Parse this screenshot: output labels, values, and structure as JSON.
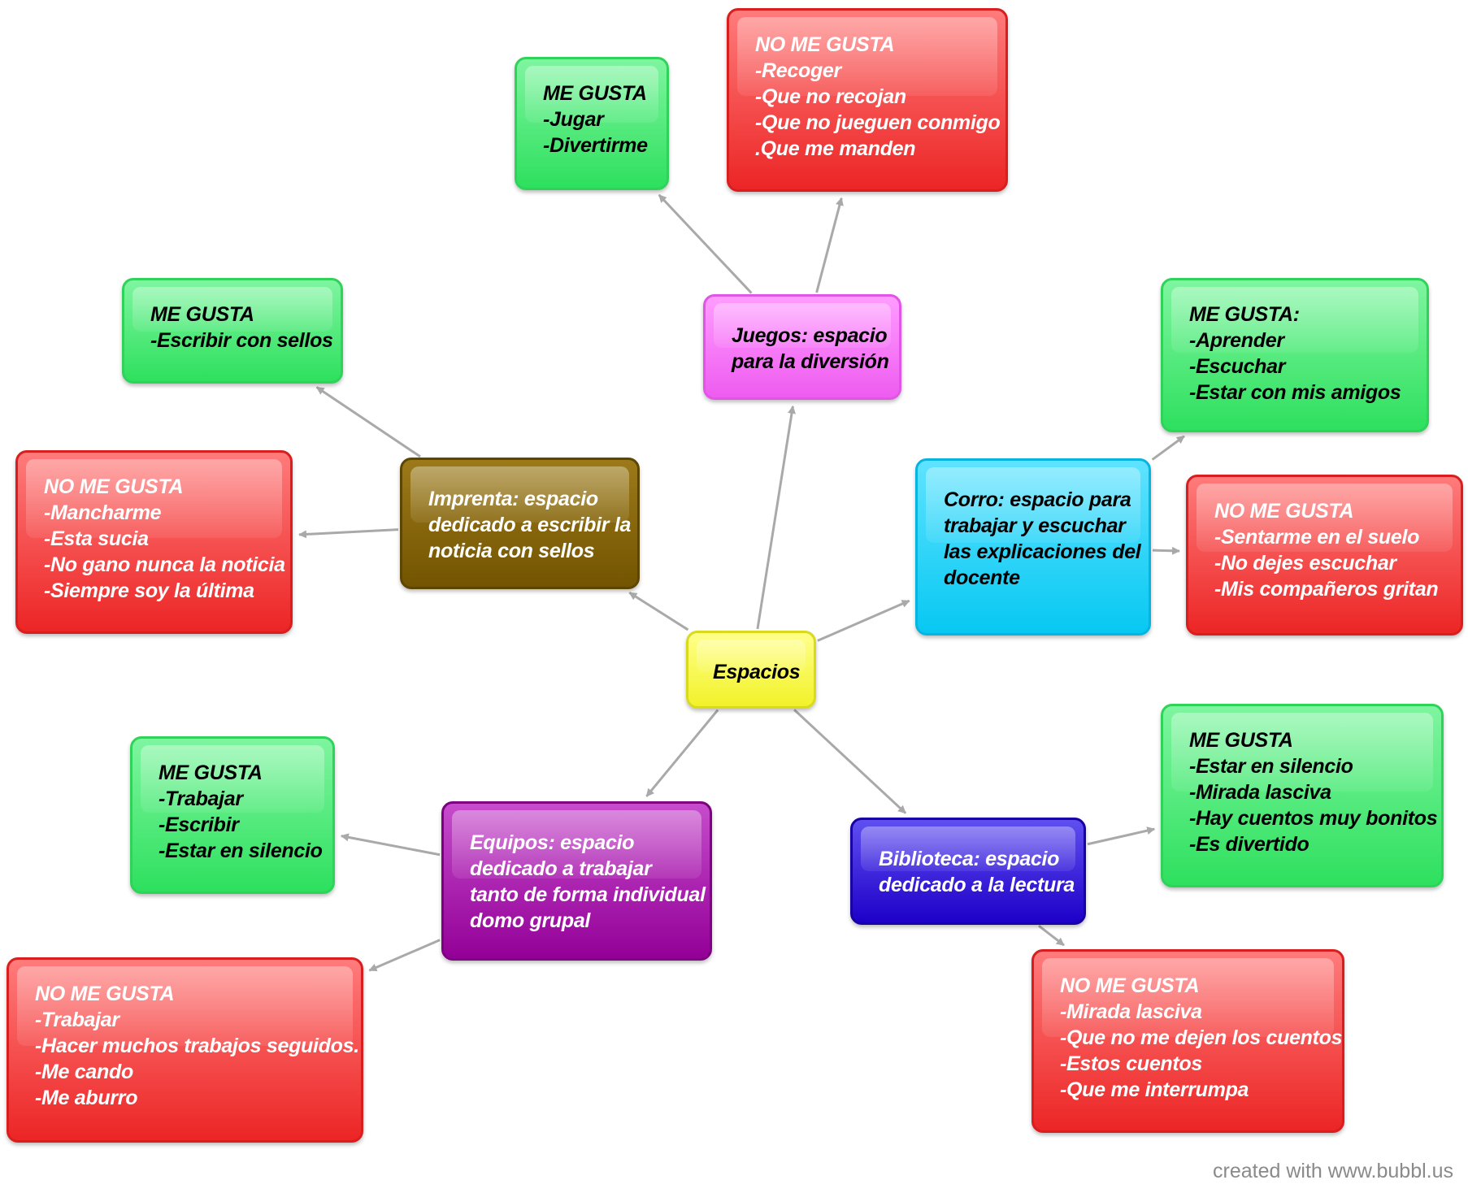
{
  "colors": {
    "edge": "#a9a9a9",
    "like": "#2ee05e",
    "dislike": "#ec2525",
    "center": "#f2f22a",
    "juegos": "#ee5cf0",
    "imprenta": "#735400",
    "corro": "#07c8f2",
    "equipos": "#930097",
    "biblioteca": "#1e00c8"
  },
  "nodes": {
    "center": {
      "lines": [
        "Espacios"
      ]
    },
    "juegos": {
      "lines": [
        "Juegos: espacio",
        "para la diversión"
      ]
    },
    "juegos_like": {
      "lines": [
        "ME GUSTA",
        "-Jugar",
        "-Divertirme"
      ]
    },
    "juegos_dislike": {
      "lines": [
        "NO ME GUSTA",
        "-Recoger",
        "-Que no recojan",
        "-Que no jueguen conmigo",
        ".Que me manden"
      ]
    },
    "imprenta": {
      "lines": [
        "Imprenta: espacio",
        "dedicado a escribir la",
        "noticia con sellos"
      ]
    },
    "imprenta_like": {
      "lines": [
        "ME GUSTA",
        "-Escribir con sellos"
      ]
    },
    "imprenta_dislike": {
      "lines": [
        "NO ME GUSTA",
        "-Mancharme",
        "-Esta sucia",
        "-No gano nunca la noticia",
        "-Siempre soy la última"
      ]
    },
    "corro": {
      "lines": [
        "Corro: espacio para",
        "trabajar y escuchar",
        "las explicaciones del",
        "docente"
      ]
    },
    "corro_like": {
      "lines": [
        "ME GUSTA:",
        "-Aprender",
        "-Escuchar",
        "-Estar con mis amigos"
      ]
    },
    "corro_dislike": {
      "lines": [
        "NO ME GUSTA",
        "-Sentarme en el suelo",
        "-No dejes escuchar",
        "-Mis compañeros gritan"
      ]
    },
    "equipos": {
      "lines": [
        "Equipos: espacio",
        "dedicado a trabajar",
        "tanto de forma individual",
        "domo grupal"
      ]
    },
    "equipos_like": {
      "lines": [
        "ME GUSTA",
        "-Trabajar",
        "-Escribir",
        "-Estar en silencio"
      ]
    },
    "equipos_dislike": {
      "lines": [
        "NO ME GUSTA",
        "-Trabajar",
        "-Hacer muchos trabajos seguidos.",
        "-Me cando",
        "-Me aburro"
      ]
    },
    "biblioteca": {
      "lines": [
        "Biblioteca: espacio",
        "dedicado a la lectura"
      ]
    },
    "biblioteca_like": {
      "lines": [
        "ME GUSTA",
        "-Estar en silencio",
        "-Mirada lasciva",
        "-Hay cuentos muy bonitos",
        "-Es divertido"
      ]
    },
    "biblioteca_dislike": {
      "lines": [
        "NO ME GUSTA",
        "-Mirada lasciva",
        "-Que no me dejen los cuentos",
        "-Estos cuentos",
        "-Que me interrumpa"
      ]
    }
  },
  "edges": [
    [
      "center",
      "juegos"
    ],
    [
      "center",
      "imprenta"
    ],
    [
      "center",
      "corro"
    ],
    [
      "center",
      "equipos"
    ],
    [
      "center",
      "biblioteca"
    ],
    [
      "juegos",
      "juegos_like"
    ],
    [
      "juegos",
      "juegos_dislike"
    ],
    [
      "imprenta",
      "imprenta_like"
    ],
    [
      "imprenta",
      "imprenta_dislike"
    ],
    [
      "corro",
      "corro_like"
    ],
    [
      "corro",
      "corro_dislike"
    ],
    [
      "equipos",
      "equipos_like"
    ],
    [
      "equipos",
      "equipos_dislike"
    ],
    [
      "biblioteca",
      "biblioteca_like"
    ],
    [
      "biblioteca",
      "biblioteca_dislike"
    ]
  ],
  "footer": "created with www.bubbl.us"
}
